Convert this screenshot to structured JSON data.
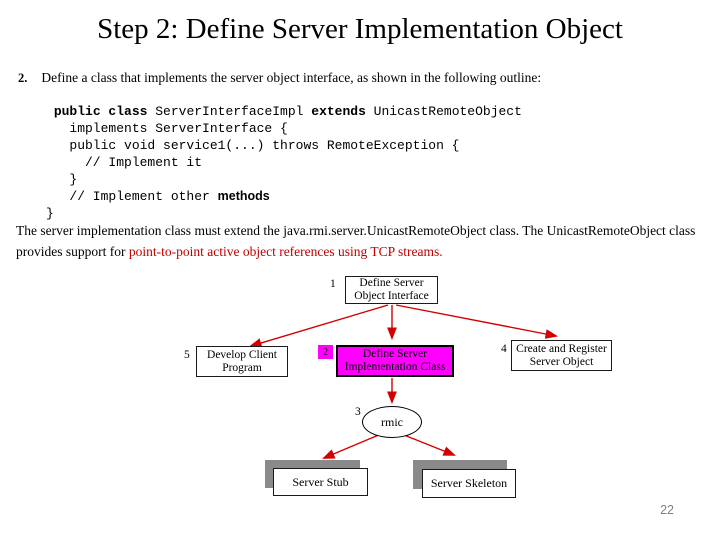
{
  "title": "Step 2: Define Server Implementation Object",
  "bullet": {
    "number": "2.",
    "text": "Define a class that implements the server object interface, as shown in the following outline:"
  },
  "code": {
    "lines": [
      [
        {
          "t": " "
        },
        {
          "t": "public class",
          "bold": true
        },
        {
          "t": " ServerInterfaceImpl "
        },
        {
          "t": "extends",
          "bold": true
        },
        {
          "t": " UnicastRemoteObject"
        }
      ],
      [
        {
          "t": "   implements ServerInterface {"
        }
      ],
      [
        {
          "t": "   public void service1(...) throws RemoteException {"
        }
      ],
      [
        {
          "t": "     // Implement it"
        }
      ],
      [
        {
          "t": "   }"
        }
      ],
      [
        {
          "t": "   // Implement other "
        },
        {
          "t": "methods",
          "bold": true,
          "font": "sans"
        }
      ],
      [
        {
          "t": "}"
        }
      ]
    ]
  },
  "paragraph": {
    "segments": [
      {
        "t": "The server implementation class must extend the java.rmi.server.UnicastRemoteObject class. The UnicastRemoteObject class provides support for "
      },
      {
        "t": "point-to-point active object references using TCP streams.",
        "red": true
      }
    ]
  },
  "diagram": {
    "step1": {
      "num": "1",
      "label": "Define Server Object Interface"
    },
    "step2": {
      "num": "2",
      "label": "Define Server Implementation Class"
    },
    "step3": {
      "num": "3",
      "label": "rmic"
    },
    "step4": {
      "num": "4",
      "label": "Create and Register Server Object"
    },
    "step5": {
      "num": "5",
      "label": "Develop Client Program"
    },
    "stub_label": "Server Stub",
    "skeleton_label": "Server Skeleton"
  },
  "page_number": "22",
  "colors": {
    "accent_magenta": "#ff00ff",
    "arrow_red": "#d40000",
    "text_red": "#c00000",
    "shadow_gray": "#8a8a8a"
  }
}
